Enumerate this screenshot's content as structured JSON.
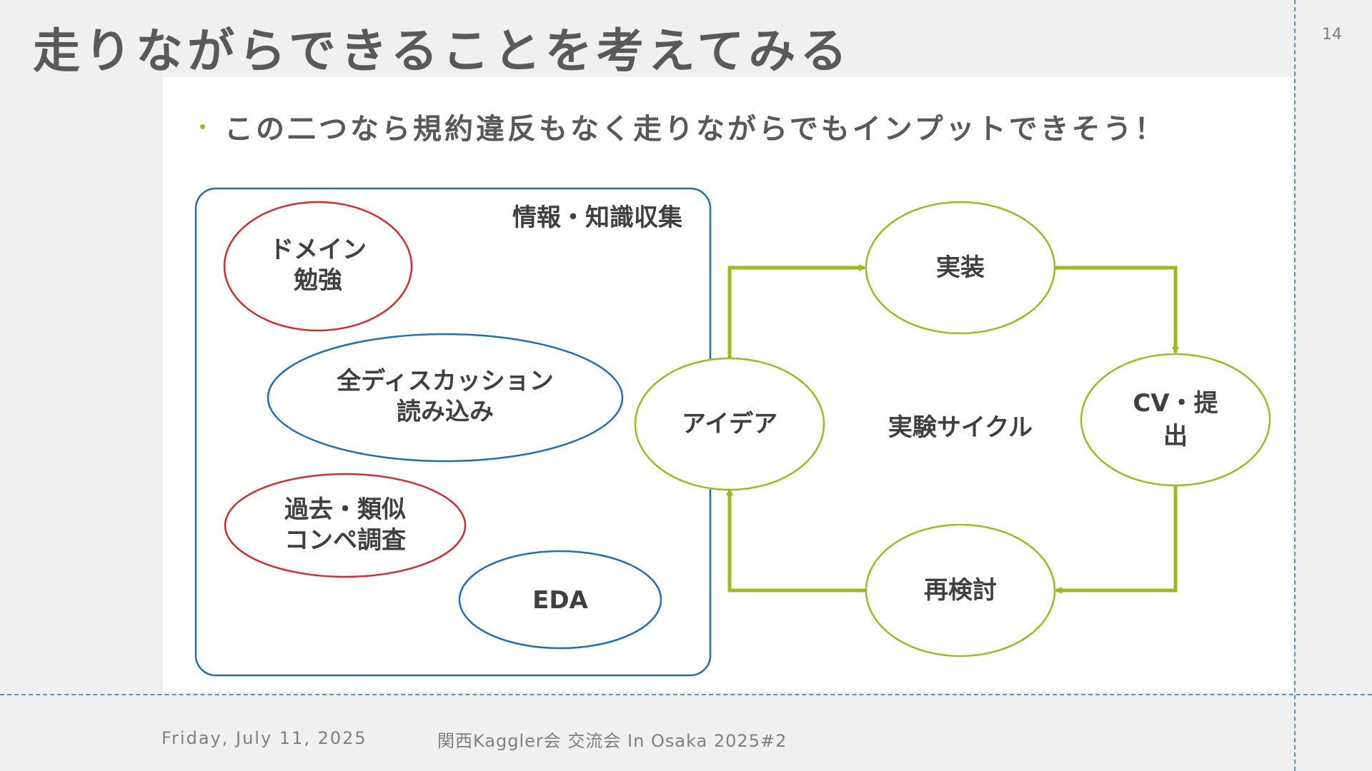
{
  "slide": {
    "title": "走りながらできることを考えてみる",
    "page_number": "14",
    "bullet": "この二つなら規約違反もなく走りながらでもインプットできそう！"
  },
  "diagram": {
    "group_label": "情報・知識収集",
    "nodes": {
      "domain": [
        "ドメイン",
        "勉強"
      ],
      "discussion": [
        "全ディスカッション",
        "読み込み"
      ],
      "past_comp": [
        "過去・類似",
        "コンペ調査"
      ],
      "eda": [
        "EDA"
      ],
      "idea": [
        "アイデア"
      ],
      "impl": [
        "実装"
      ],
      "cv": [
        "CV・提",
        "出"
      ],
      "review": [
        "再検討"
      ]
    },
    "cycle_label": "実験サイクル",
    "colors": {
      "red": "#d42b2b",
      "blue": "#1f6fb2",
      "green": "#9bbb1e",
      "text": "#404040"
    }
  },
  "footer": {
    "date": "Friday, July 11, 2025",
    "event": "関西Kaggler会 交流会 In Osaka 2025#2"
  }
}
